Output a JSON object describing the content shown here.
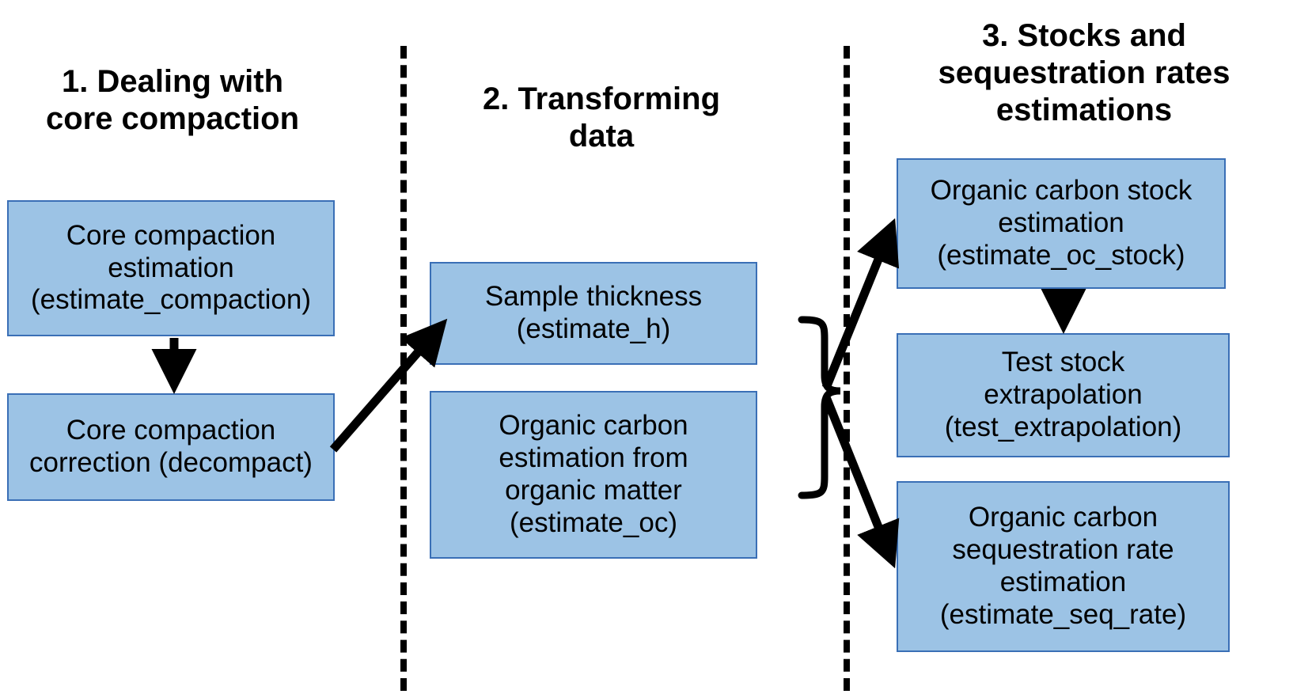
{
  "diagram": {
    "title_col1": "1. Dealing with\ncore compaction",
    "title_col2": "2. Transforming\ndata",
    "title_col3": "3. Stocks and\nsequestration rates\nestimations",
    "colors": {
      "node_fill": "#9CC3E5",
      "node_border": "#3A6FB6",
      "connector": "#000000",
      "text": "#000000",
      "background": "#FFFFFF"
    },
    "nodes": [
      {
        "id": "estimate_compaction",
        "label": "Core compaction\nestimation\n(estimate_compaction)",
        "column": 1
      },
      {
        "id": "decompact",
        "label": "Core compaction\ncorrection (decompact)",
        "column": 1
      },
      {
        "id": "estimate_h",
        "label": "Sample thickness\n(estimate_h)",
        "column": 2
      },
      {
        "id": "estimate_oc",
        "label": "Organic carbon\nestimation from\norganic matter\n(estimate_oc)",
        "column": 2
      },
      {
        "id": "estimate_oc_stock",
        "label": "Organic carbon stock\nestimation\n(estimate_oc_stock)",
        "column": 3
      },
      {
        "id": "test_extrapolation",
        "label": "Test stock\nextrapolation\n(test_extrapolation)",
        "column": 3
      },
      {
        "id": "estimate_seq_rate",
        "label": "Organic carbon\nsequestration rate\nestimation\n(estimate_seq_rate)",
        "column": 3
      }
    ],
    "connectors": [
      {
        "from": "estimate_compaction",
        "to": "decompact",
        "kind": "arrow-down"
      },
      {
        "from": "decompact",
        "to": "estimate_h",
        "kind": "arrow-diagonal-up-right"
      },
      {
        "from": "estimate_h+estimate_oc",
        "to": "brace",
        "kind": "curly-brace-right"
      },
      {
        "from": "brace",
        "to": "estimate_oc_stock",
        "kind": "arrow-diagonal-up-right"
      },
      {
        "from": "brace",
        "to": "estimate_seq_rate",
        "kind": "arrow-diagonal-down-right"
      },
      {
        "from": "estimate_oc_stock",
        "to": "test_extrapolation",
        "kind": "arrow-down"
      }
    ],
    "dividers": [
      {
        "id": "divider-1",
        "orientation": "vertical",
        "style": "dashed"
      },
      {
        "id": "divider-2",
        "orientation": "vertical",
        "style": "dashed"
      }
    ]
  }
}
